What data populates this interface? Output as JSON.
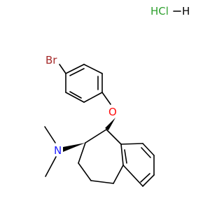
{
  "salt_label": "HCl",
  "salt_h_label": "H",
  "bromine_label": "Br",
  "oxygen_label": "O",
  "nitrogen_label": "N",
  "colors": {
    "bond": "#000000",
    "chlorine": "#2ea02e",
    "bromine": "#a52a2a",
    "oxygen": "#ff0d0d",
    "nitrogen": "#2020ff"
  }
}
